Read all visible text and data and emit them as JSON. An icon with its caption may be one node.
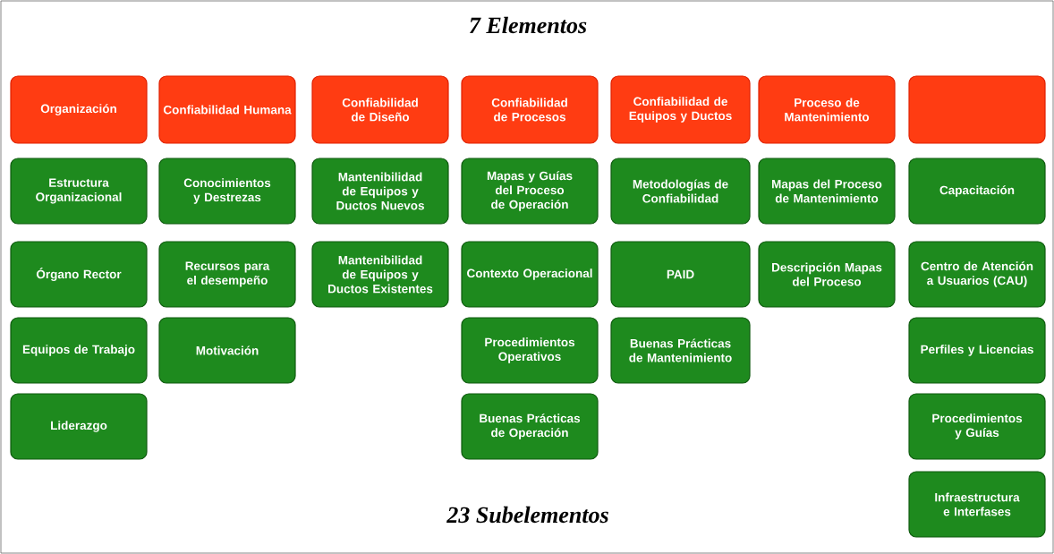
{
  "diagram": {
    "title": "7 Elementos",
    "nodes": [
      {
        "text": [
          "Organización"
        ]
      },
      {
        "text": [
          "Confiabilidad Humana"
        ]
      },
      {
        "text": [
          "Confiabilidad de Diseño"
        ]
      },
      {
        "text": [
          "Confiabilidad de Procesos"
        ]
      },
      {
        "text": [
          "Confiabilidad de Equipos y Ductos"
        ]
      },
      {
        "text": [
          "Proceso de Mantenimiento"
        ]
      },
      {
        "text": [],
        "shape": "box"
      },
      {
        "text": [
          "Estructura Organizacional"
        ]
      },
      {
        "text": [
          "Conocimientos y Destrezas"
        ]
      },
      {
        "text": [
          "Mantenibilidad de Equipos y Ductos Nuevos"
        ]
      },
      {
        "text": [
          "Mapas y Guías del Proceso de Operación"
        ]
      },
      {
        "text": [
          "Metodologías de Confiabilidad"
        ]
      },
      {
        "text": [
          "Mapas del Proceso de Mantenimiento"
        ]
      },
      {
        "text": [
          "Capacitación"
        ]
      },
      {
        "text": [
          "Órgano Rector"
        ]
      },
      {
        "text": [
          "Recursos para el desempeño"
        ]
      },
      {
        "text": [
          "Mantenibilidad de Equipos y Ductos Existentes"
        ]
      },
      {
        "text": [
          "Contexto Operacional"
        ]
      },
      {
        "text": [
          "PAID"
        ]
      },
      {
        "text": [
          "Descripción Mapas del Proceso"
        ]
      },
      {
        "text": [
          "Centro de Atención a Usuarios (CAU)"
        ]
      },
      {
        "text": [
          "Equipos de Trabajo"
        ]
      },
      {
        "text": [
          "Motivación"
        ]
      },
      {
        "text": [
          "Procedimientos Operativos"
        ]
      },
      {
        "text": [
          "Buenas Prácticas de Mantenimiento"
        ]
      },
      {
        "text": [
          "Perfiles y Licencias"
        ]
      },
      {
        "text": [
          "Liderazgo"
        ]
      },
      {
        "text": [
          "Buenas Prácticas de Operación"
        ]
      },
      {
        "text": [
          "Procedimientos y Guías"
        ]
      },
      {
        "text": [
          "Infraestructura e Interfases"
        ]
      }
    ],
    "labels": [
      "23 Subelementos"
    ]
  }
}
